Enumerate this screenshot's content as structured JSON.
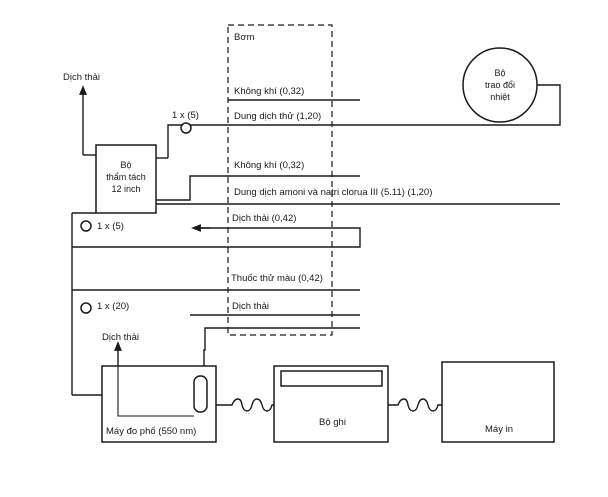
{
  "pump": {
    "label": "Bơm"
  },
  "heat_exchanger": {
    "line1": "Bộ",
    "line2": "trao đổi",
    "line3": "nhiệt"
  },
  "dialyzer": {
    "line1": "Bộ",
    "line2": "thẩm tách",
    "line3": "12 inch"
  },
  "waste_top": "Dịch thải",
  "waste_bottom": "Dịch thải",
  "coil_labels": {
    "c1": "1 x (5)",
    "c2": "1 x (5)",
    "c3": "1 x (20)"
  },
  "tubes": {
    "t1": "Không khí (0,32)",
    "t2": "Dung dịch thử (1,20)",
    "t3": "Không khí (0,32)",
    "t4": "Dung dịch amoni và natri clorua III (5.11) (1,20)",
    "t5": "Dịch thải (0,42)",
    "t6": "Thuốc thử màu (0,42)",
    "t7": "Dịch thải"
  },
  "spectrophotometer": "Máy đo phổ (550 nm)",
  "recorder": "Bộ ghi",
  "printer": "Máy in"
}
